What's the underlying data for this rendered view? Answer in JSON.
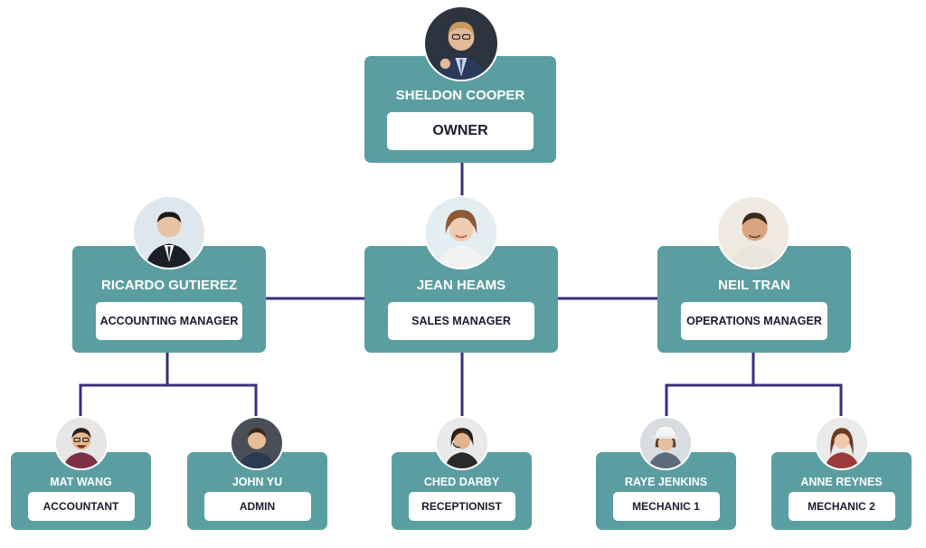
{
  "chart": {
    "nodes": [
      {
        "id": "owner",
        "name": "SHELDON COOPER",
        "role": "OWNER",
        "avatar": "businessman-glasses-avatar-icon"
      },
      {
        "id": "accounting",
        "name": "RICARDO GUTIEREZ",
        "role": "ACCOUNTING MANAGER",
        "avatar": "businessman-suit-avatar-icon"
      },
      {
        "id": "sales",
        "name": "JEAN HEAMS",
        "role": "SALES MANAGER",
        "avatar": "woman-smiling-avatar-icon"
      },
      {
        "id": "operations",
        "name": "NEIL TRAN",
        "role": "OPERATIONS MANAGER",
        "avatar": "man-smiling-avatar-icon"
      },
      {
        "id": "accountant",
        "name": "MAT WANG",
        "role": "ACCOUNTANT",
        "avatar": "man-laughing-glasses-avatar-icon"
      },
      {
        "id": "admin",
        "name": "JOHN YU",
        "role": "ADMIN",
        "avatar": "young-man-avatar-icon"
      },
      {
        "id": "receptionist",
        "name": "CHED DARBY",
        "role": "RECEPTIONIST",
        "avatar": "woman-headset-avatar-icon"
      },
      {
        "id": "mechanic1",
        "name": "RAYE JENKINS",
        "role": "MECHANIC 1",
        "avatar": "woman-hardhat-avatar-icon"
      },
      {
        "id": "mechanic2",
        "name": "ANNE REYNES",
        "role": "MECHANIC 2",
        "avatar": "woman-longhair-avatar-icon"
      }
    ]
  },
  "colors": {
    "card": "#5b9ea1",
    "connector": "#3d2d7a",
    "role_text": "#1b1b2f",
    "name_text": "#ffffff"
  }
}
